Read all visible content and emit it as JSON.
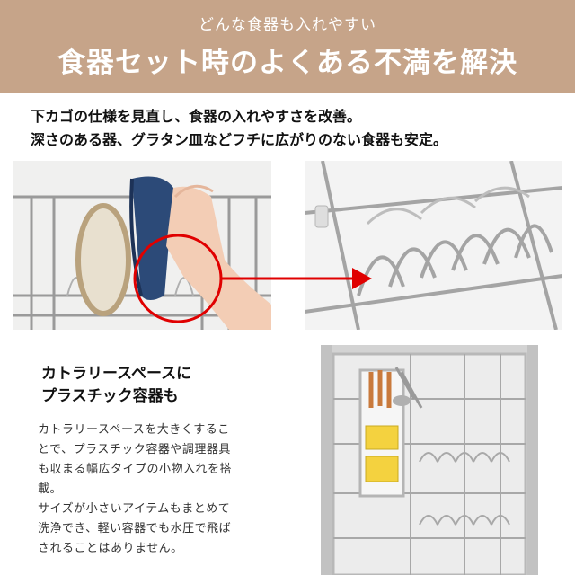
{
  "banner": {
    "subtitle": "どんな食器も入れやすい",
    "title": "食器セット時のよくある不満を解決"
  },
  "intro": {
    "line1": "下カゴの仕様を見直し、食器の入れやすさを改善。",
    "line2": "深さのある器、グラタン皿などフチに広がりのない食器も安定。"
  },
  "cutlery": {
    "heading_line1": "カトラリースペースに",
    "heading_line2": "プラスチック容器も",
    "body_lines": [
      "カトラリースペースを大きくするこ",
      "とで、プラスチック容器や調理器具",
      "も収まる幅広タイプの小物入れを搭",
      "載。",
      "サイズが小さいアイテムもまとめて",
      "洗浄でき、軽い容器でも水圧で飛ば",
      "されることはありません。"
    ]
  },
  "colors": {
    "banner_bg": "#c6a489",
    "highlight_red": "#e00000"
  }
}
